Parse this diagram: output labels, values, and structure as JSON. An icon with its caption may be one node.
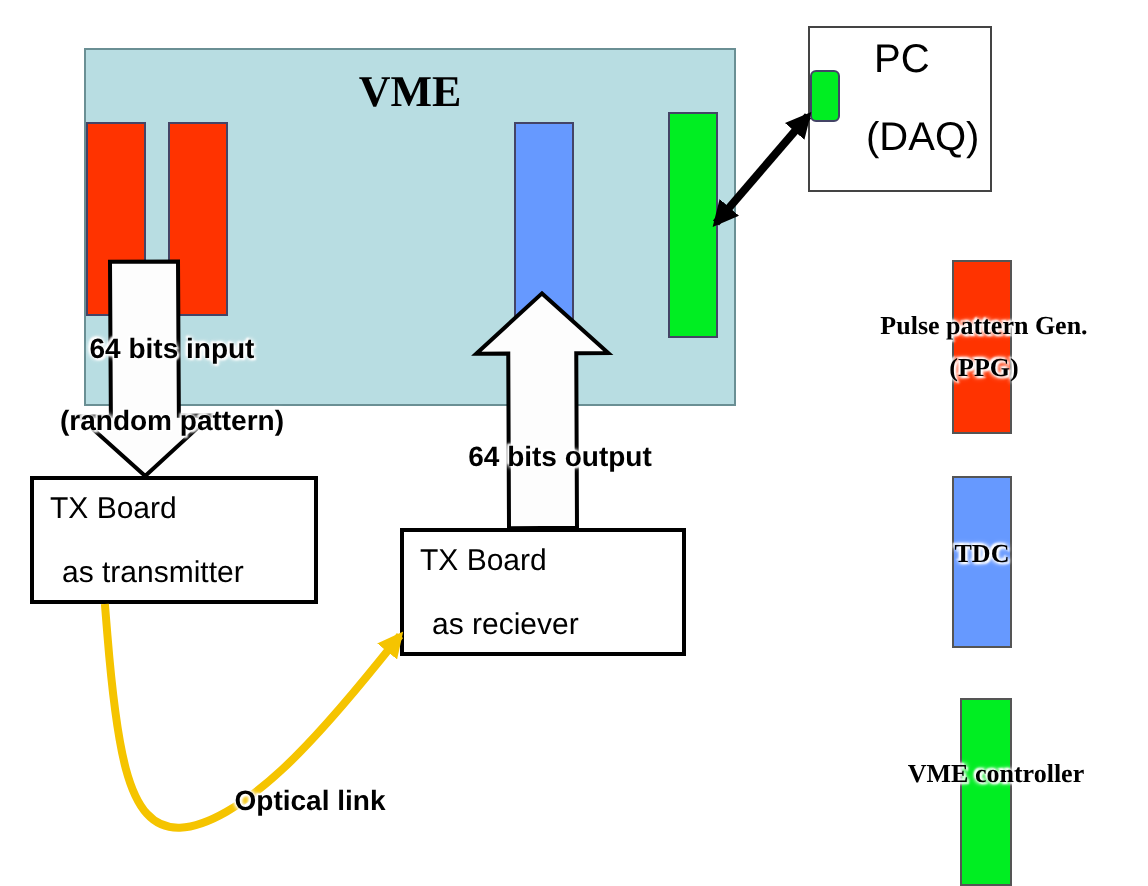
{
  "diagram": {
    "nodes": [
      {
        "text": [
          "VME"
        ]
      },
      {
        "text": [],
        "shape": "bar",
        "in": 0
      },
      {
        "text": [],
        "shape": "bar",
        "in": 0
      },
      {
        "text": [],
        "shape": "bar",
        "in": 0
      },
      {
        "text": [],
        "shape": "bar",
        "in": 0
      },
      {
        "text": [
          "PC",
          "(DAQ)"
        ]
      },
      {
        "text": [],
        "shape": "box",
        "in": 5
      },
      {
        "text": [
          "TX Board",
          "as transmitter"
        ]
      },
      {
        "text": [
          "TX Board",
          "as reciever"
        ]
      }
    ],
    "edges": [
      {
        "from": 4,
        "to": 6,
        "arrow": "both"
      },
      {
        "from": 1,
        "to": 7,
        "arrow": "to",
        "style": "thick",
        "label": "64 bits input (random pattern)"
      },
      {
        "from": 8,
        "to": 3,
        "arrow": "to",
        "style": "thick",
        "label": "64 bits output"
      },
      {
        "from": 7,
        "to": 8,
        "arrow": "to",
        "color": "#f5c400",
        "label": "Optical link"
      }
    ],
    "legend": [
      {
        "text": "Pulse pattern Gen. (PPG)",
        "color": "#ff3300"
      },
      {
        "text": "TDC",
        "color": "#6699ff"
      },
      {
        "text": "VME controller",
        "color": "#00ee22"
      }
    ]
  }
}
